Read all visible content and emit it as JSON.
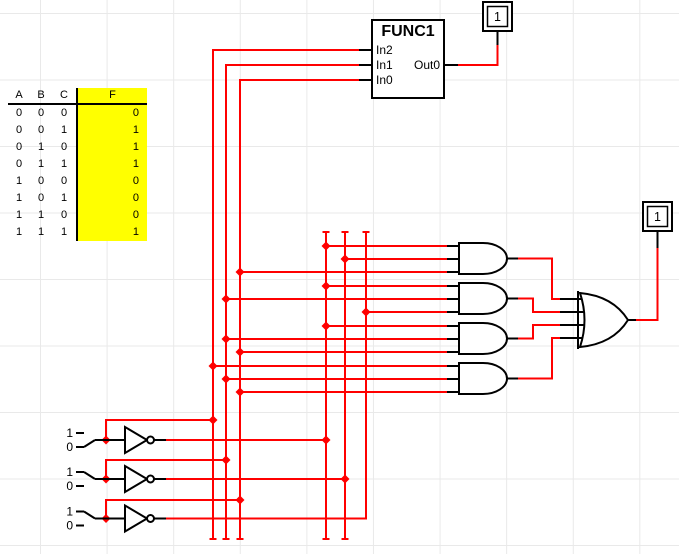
{
  "colors": {
    "wire": "#ff0000",
    "component": "#000000",
    "grid": "#e9e9e9",
    "table_highlight": "#ffff00",
    "background": "#ffffff"
  },
  "truth_table": {
    "headers": [
      "A",
      "B",
      "C",
      "F"
    ],
    "rows": [
      [
        "0",
        "0",
        "0",
        "0"
      ],
      [
        "0",
        "0",
        "1",
        "1"
      ],
      [
        "0",
        "1",
        "0",
        "1"
      ],
      [
        "0",
        "1",
        "1",
        "1"
      ],
      [
        "1",
        "0",
        "0",
        "0"
      ],
      [
        "1",
        "0",
        "1",
        "0"
      ],
      [
        "1",
        "1",
        "0",
        "0"
      ],
      [
        "1",
        "1",
        "1",
        "1"
      ]
    ]
  },
  "func_block": {
    "title": "FUNC1",
    "input_labels": [
      "In2",
      "In1",
      "In0"
    ],
    "output_label": "Out0"
  },
  "output_pins": {
    "func_pin_value": "1",
    "circuit_pin_value": "1"
  },
  "switches": [
    {
      "high_label": "1",
      "low_label": "0",
      "selected": "0"
    },
    {
      "high_label": "1",
      "low_label": "0",
      "selected": "1"
    },
    {
      "high_label": "1",
      "low_label": "0",
      "selected": "1"
    }
  ]
}
